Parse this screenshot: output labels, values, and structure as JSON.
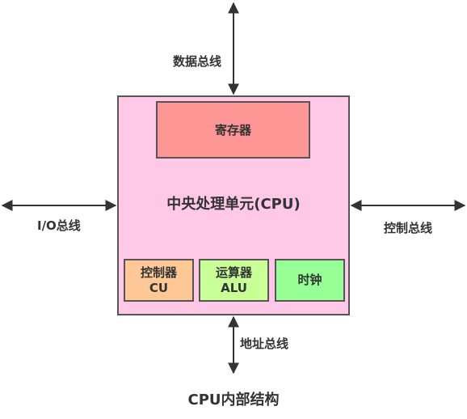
{
  "buses": {
    "data_bus": "数据总线",
    "io_bus": "I/O总线",
    "control_bus": "控制总线",
    "address_bus": "地址总线"
  },
  "cpu": {
    "title": "中央处理单元(CPU)",
    "register": "寄存器",
    "units": {
      "cu_name": "控制器",
      "cu_abbr": "CU",
      "alu_name": "运算器",
      "alu_abbr": "ALU",
      "clock": "时钟"
    }
  },
  "footer": {
    "title": "CPU内部结构"
  },
  "colors": {
    "cpu_fill": "#ffc8e6",
    "register_fill": "#ff9696",
    "cu_fill": "#ffc896",
    "alu_fill": "#c8ff96",
    "clock_fill": "#96ff96",
    "stroke": "#555555"
  }
}
